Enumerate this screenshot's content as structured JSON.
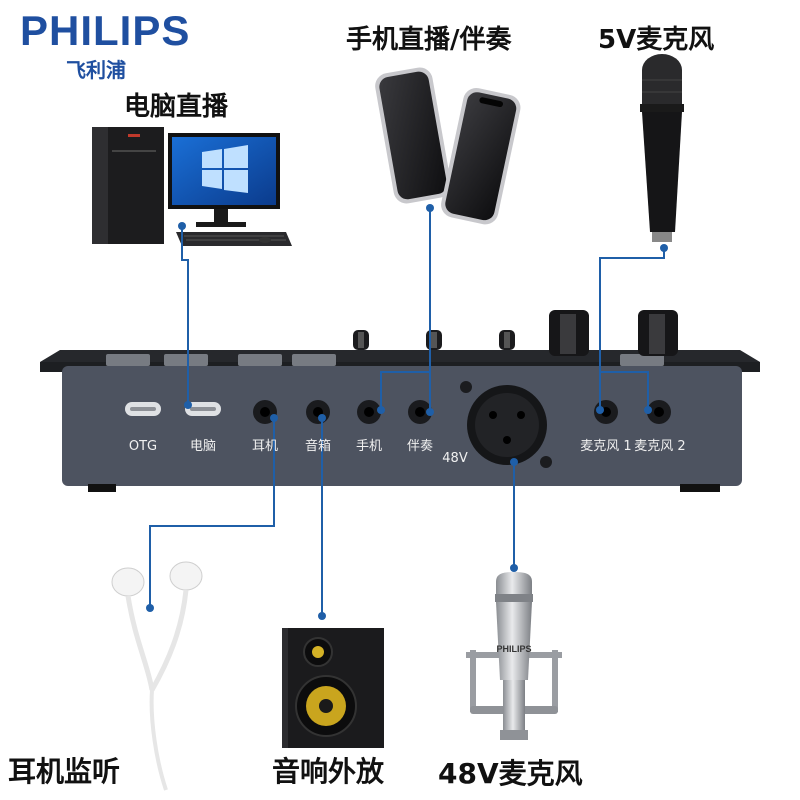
{
  "brand": {
    "name": "PHILIPS",
    "sub": "飞利浦"
  },
  "captions": {
    "pc": "电脑直播",
    "phone": "手机直播/伴奏",
    "mic5v": "5V麦克风",
    "headphones": "耳机监听",
    "speaker": "音响外放",
    "mic48v": "48V麦克风"
  },
  "ports": {
    "otg": "OTG",
    "pc": "电脑",
    "headphone": "耳机",
    "speaker": "音箱",
    "phone": "手机",
    "accompany": "伴奏",
    "phantom": "48V",
    "mic1": "麦克风 1",
    "mic2": "麦克风 2"
  },
  "device_logos": {
    "mic48v_brand": "PHILIPS"
  },
  "colors": {
    "brand_blue": "#1f4fa0",
    "connector_line": "#1f5fa8",
    "panel": "#4d5360",
    "caption": "#111111"
  }
}
